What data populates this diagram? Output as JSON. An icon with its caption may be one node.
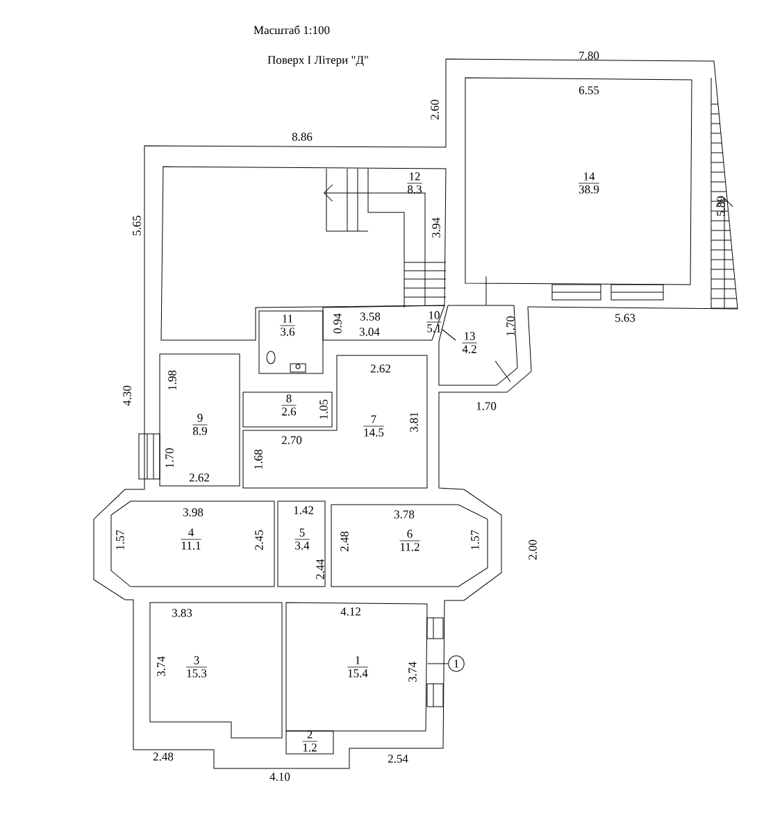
{
  "diagram": {
    "title": "Поверх І Літери \"Д\"",
    "nodes": [
      {
        "text": [
          "12",
          "8.3"
        ]
      },
      {
        "text": [
          "14",
          "38.9"
        ]
      },
      {
        "text": [
          "10",
          "5.1"
        ]
      },
      {
        "text": [
          "11",
          "3.6"
        ]
      },
      {
        "text": [
          "13",
          "4.2"
        ]
      },
      {
        "text": [
          "8",
          "2.6"
        ]
      },
      {
        "text": [
          "9",
          "8.9"
        ]
      },
      {
        "text": [
          "7",
          "14.5"
        ]
      },
      {
        "text": [
          "4",
          "11.1"
        ]
      },
      {
        "text": [
          "5",
          "3.4"
        ]
      },
      {
        "text": [
          "6",
          "11.2"
        ]
      },
      {
        "text": [
          "3",
          "15.3"
        ]
      },
      {
        "text": [
          "1",
          "15.4"
        ]
      },
      {
        "text": [
          "1"
        ]
      },
      {
        "text": [
          "2",
          "1.2"
        ]
      }
    ],
    "edges": [
      {
        "from": 13,
        "to": 12,
        "arrow": "none"
      }
    ],
    "labels": [
      "Масштаб 1:100",
      "7.80",
      "2.60",
      "6.55",
      "8.86",
      "5.65",
      "3.94",
      "5.89",
      "3.58",
      "0.94",
      "3.04",
      "1.70",
      "5.63",
      "2.62",
      "4.30",
      "1.98",
      "1.05",
      "1.70",
      "2.70",
      "3.81",
      "1.70",
      "1.68",
      "2.62",
      "3.98",
      "1.42",
      "3.78",
      "1.57",
      "2.45",
      "2.48",
      "1.57",
      "2.00",
      "2.44",
      "3.83",
      "4.12",
      "3.74",
      "3.74",
      "2.48",
      "2.54",
      "4.10"
    ]
  }
}
